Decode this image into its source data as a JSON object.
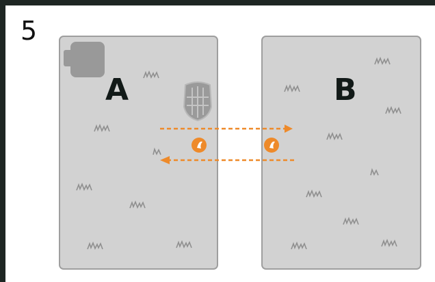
{
  "step": {
    "number": "5"
  },
  "panels": [
    {
      "id": "A",
      "label": "A"
    },
    {
      "id": "B",
      "label": "B"
    }
  ],
  "colors": {
    "frame": "#1e2623",
    "panel_fill": "#d2d2d2",
    "panel_border": "#9e9e9e",
    "arrow": "#ee8a2a",
    "grass": "#8f8f8f",
    "object": "#999999"
  },
  "icons": {
    "object_square": "rounded-square-icon",
    "object_shield": "shield-object-icon",
    "marker": "orange-disc-icon",
    "grass": "grass-tuft-icon"
  }
}
